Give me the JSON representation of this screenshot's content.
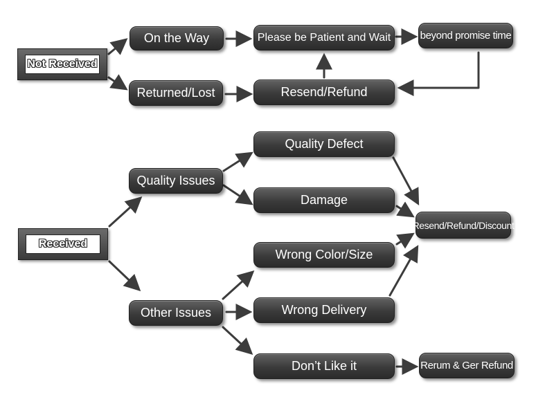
{
  "diagram": {
    "not_received": "Not Received",
    "on_the_way": "On the Way",
    "please_wait": "Please be Patient and Wait",
    "beyond_promise": "beyond promise time",
    "returned_lost": "Returned/Lost",
    "resend_refund": "Resend/Refund",
    "received": "Received",
    "quality_issues": "Quality Issues",
    "quality_defect": "Quality Defect",
    "damage": "Damage",
    "resend_refund_discount": "Resend/Refund/Discount",
    "other_issues": "Other Issues",
    "wrong_color_size": "Wrong Color/Size",
    "wrong_delivery": "Wrong Delivery",
    "dont_like": "Don’t Like it",
    "return_refund": "Rerum & Ger Refund"
  },
  "colors": {
    "node_fill": "#3a3a3a",
    "node_text": "#ffffff",
    "arrow": "#3c3c3c",
    "background": "#ffffff"
  }
}
